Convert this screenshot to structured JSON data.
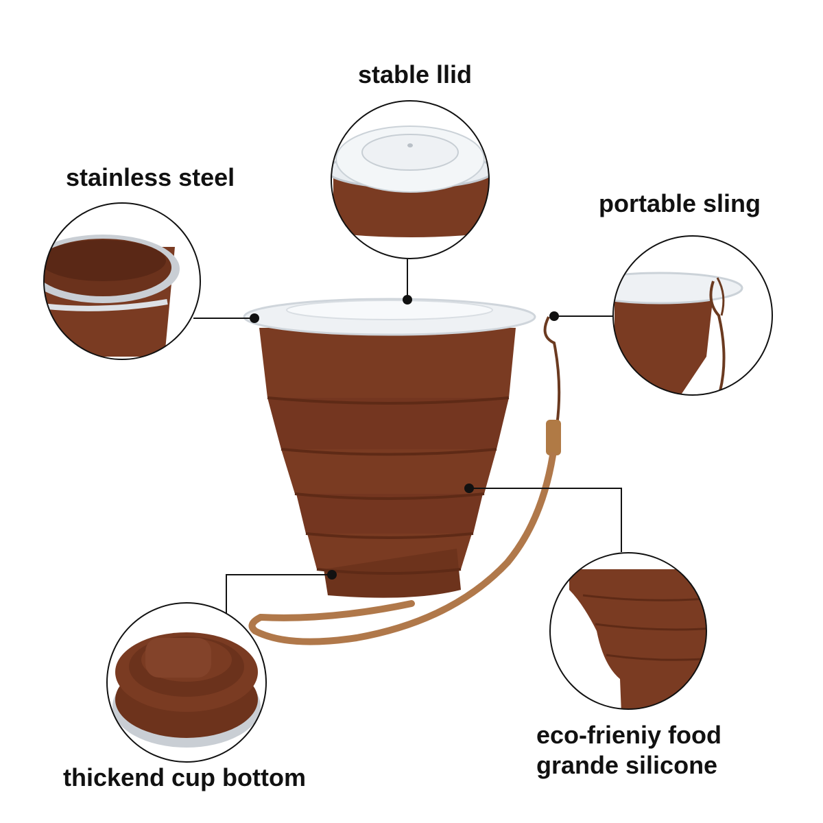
{
  "labels": {
    "stable_lid": "stable llid",
    "stainless_steel": "stainless steel",
    "portable_sling": "portable sling",
    "silicone_line1": "eco-frieniy food",
    "silicone_line2": "grande silicone",
    "cup_bottom": "thickend cup bottom"
  },
  "colors": {
    "silicone": "#7a3b22",
    "silicone_dark": "#5e2a16",
    "lid": "#eef1f4",
    "strap": "#b0784a",
    "line": "#111111"
  }
}
